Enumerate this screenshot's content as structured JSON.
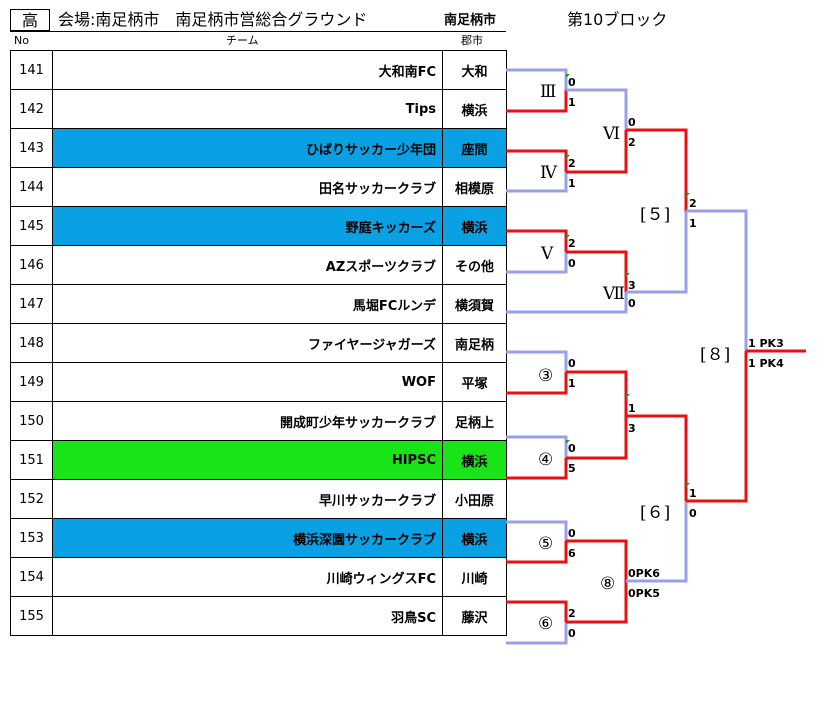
{
  "header": {
    "level": "高",
    "venue": "会場:南足柄市　南足柄市営総合グラウンド",
    "city": "南足柄市",
    "block": "第10ブロック"
  },
  "columns": {
    "no": "No",
    "team": "チーム",
    "city": "郡市"
  },
  "teams": [
    {
      "no": "141",
      "name": "大和南FC",
      "city": "大和",
      "highlight": ""
    },
    {
      "no": "142",
      "name": "Tips",
      "city": "横浜",
      "highlight": ""
    },
    {
      "no": "143",
      "name": "ひばりサッカー少年団",
      "city": "座間",
      "highlight": "blue"
    },
    {
      "no": "144",
      "name": "田名サッカークラブ",
      "city": "相模原",
      "highlight": ""
    },
    {
      "no": "145",
      "name": "野庭キッカーズ",
      "city": "横浜",
      "highlight": "blue"
    },
    {
      "no": "146",
      "name": "AZスポーツクラブ",
      "city": "その他",
      "highlight": ""
    },
    {
      "no": "147",
      "name": "馬堀FCルンデ",
      "city": "横須賀",
      "highlight": ""
    },
    {
      "no": "148",
      "name": "ファイヤージャガーズ",
      "city": "南足柄",
      "highlight": ""
    },
    {
      "no": "149",
      "name": "WOF",
      "city": "平塚",
      "highlight": ""
    },
    {
      "no": "150",
      "name": "開成町少年サッカークラブ",
      "city": "足柄上",
      "highlight": ""
    },
    {
      "no": "151",
      "name": "HIPSC",
      "city": "横浜",
      "highlight": "green"
    },
    {
      "no": "152",
      "name": "早川サッカークラブ",
      "city": "小田原",
      "highlight": ""
    },
    {
      "no": "153",
      "name": "横浜深園サッカークラブ",
      "city": "横浜",
      "highlight": "blue"
    },
    {
      "no": "154",
      "name": "川崎ウィングスFC",
      "city": "川崎",
      "highlight": ""
    },
    {
      "no": "155",
      "name": "羽鳥SC",
      "city": "藤沢",
      "highlight": ""
    }
  ],
  "bracket": {
    "colors": {
      "winner": "#e81010",
      "loser": "#9aa0e8",
      "marker": "#2e8b2e"
    },
    "matches": {
      "m3": "Ⅲ",
      "m4": "Ⅳ",
      "m5": "Ⅴ",
      "m6": "Ⅵ",
      "m7": "Ⅶ",
      "c3": "③",
      "c4": "④",
      "c5": "⑤",
      "c6": "⑥",
      "c8": "⑧",
      "b5": "[５]",
      "b6": "[６]",
      "b8": "[８]"
    },
    "scores": {
      "s141": "0",
      "s142": "1",
      "s143": "2",
      "s144": "1",
      "s145": "2",
      "s146": "0",
      "s147": "0",
      "s148": "0",
      "s149": "1",
      "s150": "0",
      "s151": "5",
      "s152": "0",
      "s153": "6",
      "s154": "2",
      "s155": "0",
      "m6top": "0",
      "m6bot": "2",
      "m7top": "3",
      "r2top": "1",
      "r2bot": "3",
      "m8top": "0PK6",
      "m8bot": "0PK5",
      "b5top": "2",
      "b5bot": "1",
      "b6top": "1",
      "b6bot": "0",
      "finalTop": "1 PK3",
      "finalBot": "1 PK4"
    }
  }
}
